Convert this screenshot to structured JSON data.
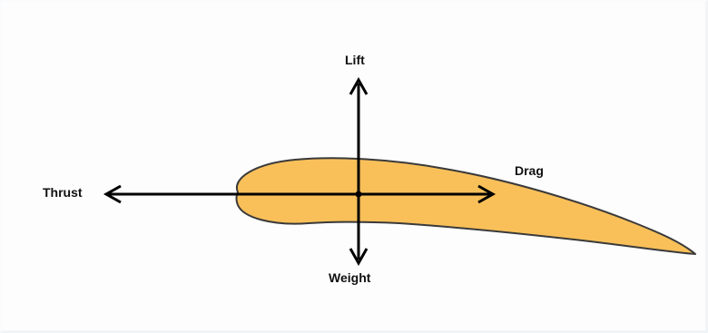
{
  "labels": {
    "lift": "Lift",
    "weight": "Weight",
    "thrust": "Thrust",
    "drag": "Drag"
  },
  "colors": {
    "airfoil_fill": "#f9c05a",
    "airfoil_stroke": "#3a3a3a",
    "arrow": "#000000"
  }
}
